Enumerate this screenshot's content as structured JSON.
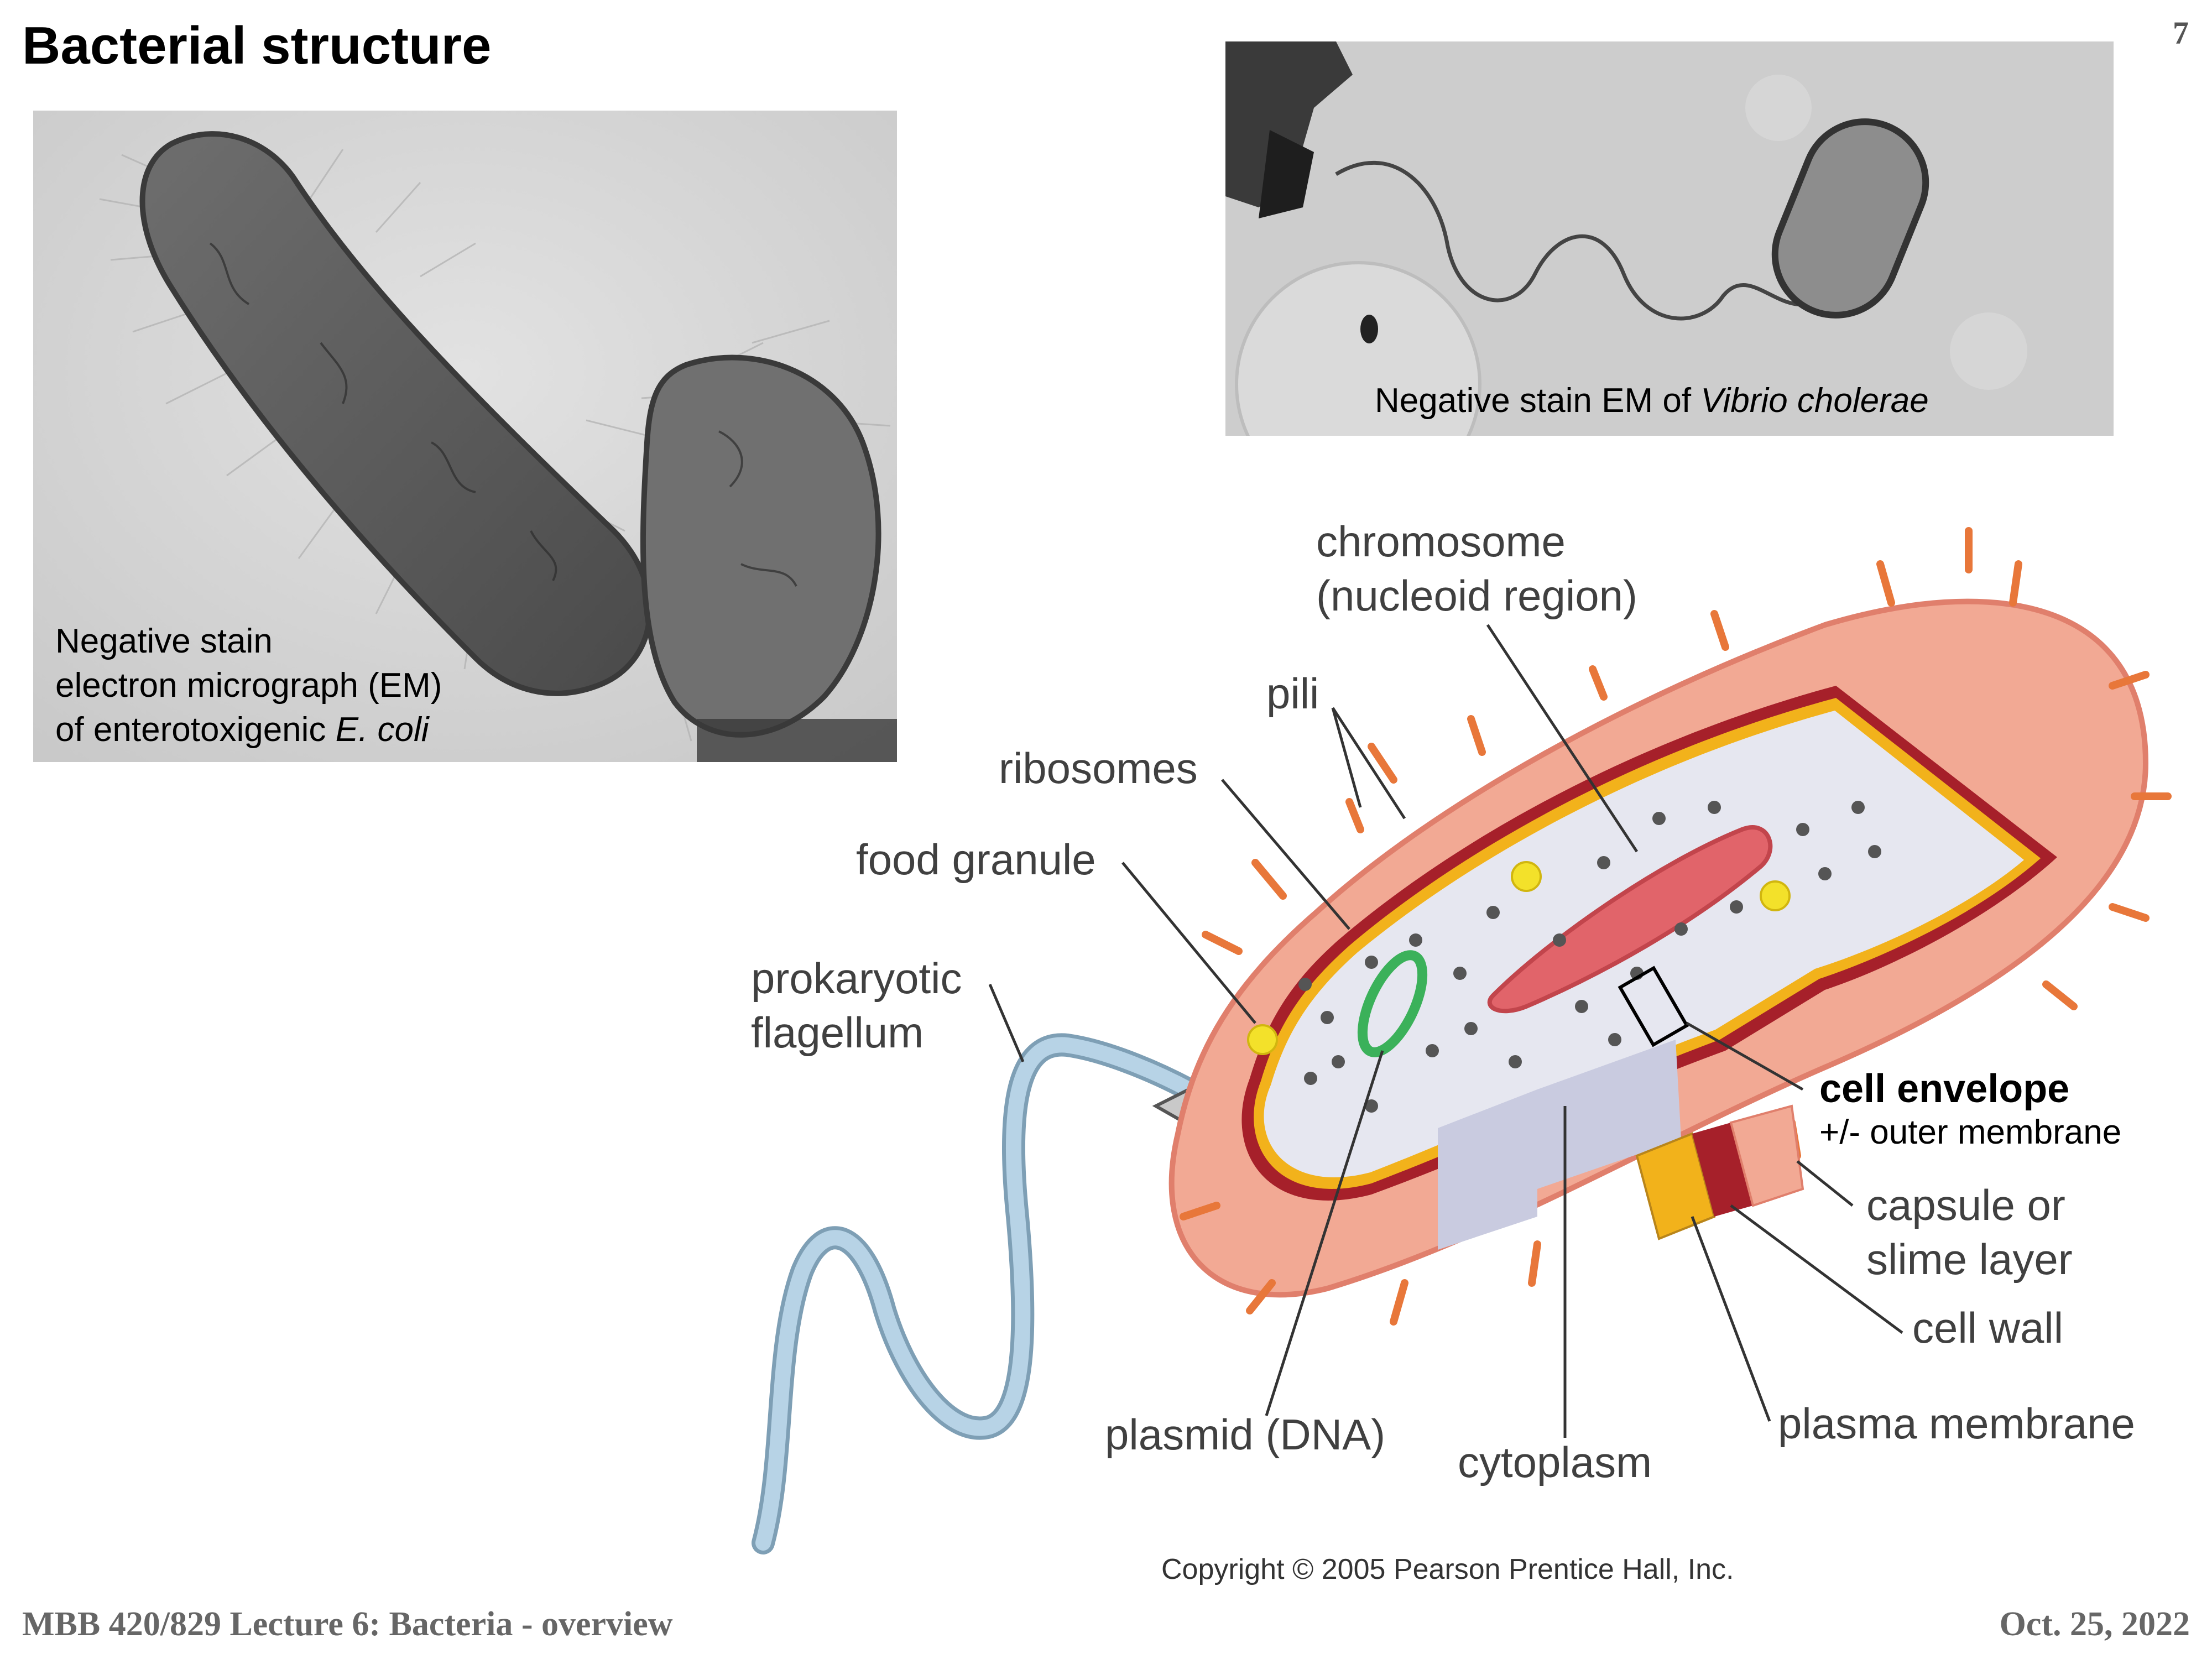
{
  "slide": {
    "title": "Bacterial structure",
    "page_number": "7",
    "footer_left": "MBB 420/829 Lecture 6: Bacteria - overview",
    "footer_right": "Oct. 25, 2022"
  },
  "micrographs": {
    "ecoli": {
      "caption_line1": "Negative stain",
      "caption_line2": "electron micrograph (EM)",
      "caption_line3_prefix": "of enterotoxigenic ",
      "caption_line3_species": "E. coli"
    },
    "vibrio": {
      "caption_prefix": "Negative stain EM of ",
      "caption_species": "Vibrio cholerae"
    }
  },
  "diagram": {
    "labels": {
      "chromosome_line1": "chromosome",
      "chromosome_line2": "(nucleoid region)",
      "pili": "pili",
      "ribosomes": "ribosomes",
      "food_granule": "food granule",
      "flagellum_line1": "prokaryotic",
      "flagellum_line2": "flagellum",
      "cell_envelope": "cell envelope",
      "outer_membrane": "+/- outer membrane",
      "capsule_line1": "capsule or",
      "capsule_line2": "slime layer",
      "cell_wall": "cell wall",
      "plasma_membrane": "plasma membrane",
      "cytoplasm": "cytoplasm",
      "plasmid": "plasmid (DNA)"
    },
    "colors": {
      "capsule": "#f2a994",
      "capsule_dark": "#e07f6c",
      "cell_wall": "#a6202a",
      "plasma_membrane": "#f2b21b",
      "cytoplasm": "#e6e7f0",
      "pili": "#e8773a",
      "flagellum": "#a7c7dd",
      "ribosome": "#555555",
      "chromosome": "#e1646a",
      "plasmid": "#3bb15a",
      "food_granule": "#f3e12a"
    },
    "copyright": "Copyright © 2005 Pearson Prentice Hall, Inc."
  }
}
